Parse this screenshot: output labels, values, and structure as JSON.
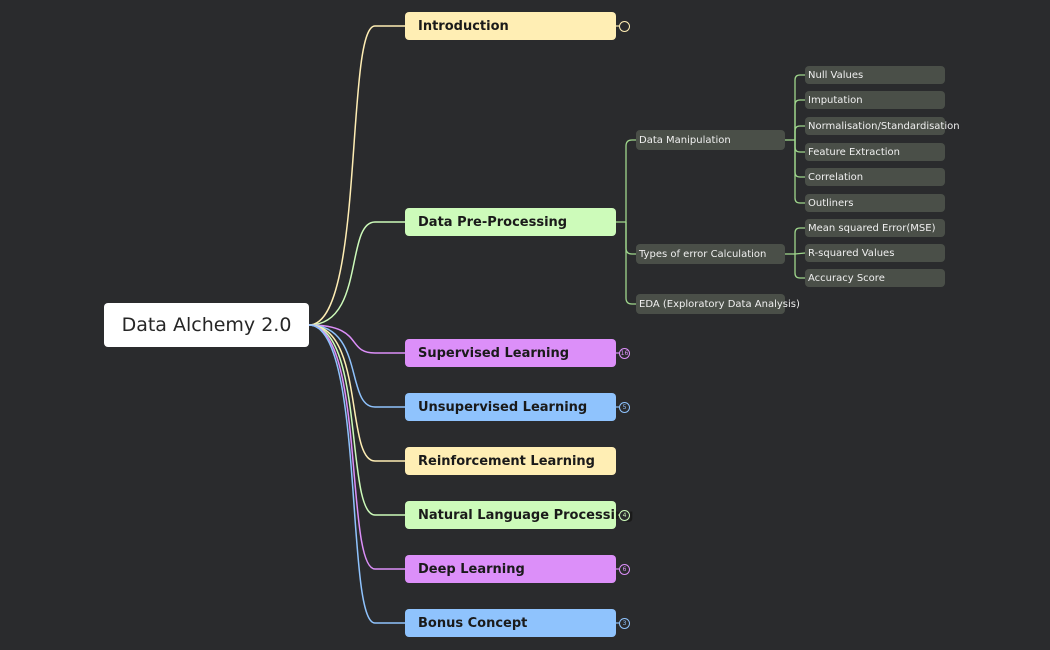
{
  "root": {
    "label": "Data Alchemy 2.0"
  },
  "branches": [
    {
      "label": "Introduction",
      "color": "#ffeeb4",
      "badge": ""
    },
    {
      "label": "Data Pre-Processing",
      "color": "#cdfbba",
      "badge": null
    },
    {
      "label": "Supervised Learning",
      "color": "#dc8ff9",
      "badge": "16"
    },
    {
      "label": "Unsupervised Learning",
      "color": "#8fc3fd",
      "badge": "5"
    },
    {
      "label": "Reinforcement Learning",
      "color": "#ffeeb4",
      "badge": null
    },
    {
      "label": "Natural Language Processing",
      "color": "#cdfbba",
      "badge": "4"
    },
    {
      "label": "Deep Learning",
      "color": "#dc8ff9",
      "badge": "6"
    },
    {
      "label": "Bonus Concept",
      "color": "#8fc3fd",
      "badge": "3"
    }
  ],
  "preprocessing": {
    "groups": [
      {
        "label": "Data Manipulation",
        "children": [
          "Null Values",
          "Imputation",
          "Normalisation/Standardisation",
          "Feature Extraction",
          "Correlation",
          "Outliners"
        ]
      },
      {
        "label": "Types of error Calculation",
        "children": [
          "Mean squared Error(MSE)",
          "R-squared Values",
          "Accuracy Score"
        ]
      },
      {
        "label": "EDA (Exploratory Data Analysis)",
        "children": []
      }
    ]
  },
  "colors": {
    "background": "#2a2b2d",
    "subnode": "#4a4f48",
    "subwire": "#9fd68c"
  }
}
